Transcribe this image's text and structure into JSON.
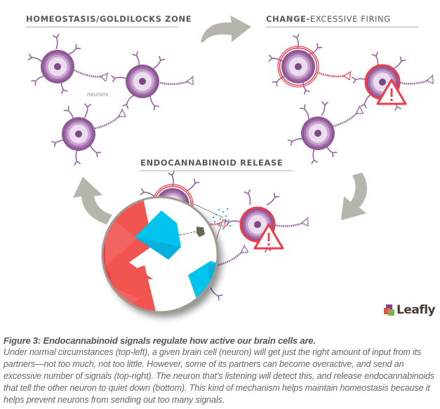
{
  "panels": {
    "top_left": {
      "title_bold": "HOMEOSTASIS/GOLDILOCKS ZONE",
      "title_light": ""
    },
    "top_right": {
      "title_bold": "CHANGE-",
      "title_light": "EXCESSIVE FIRING"
    },
    "bottom": {
      "title_bold": "ENDOCANNABINOID RELEASE",
      "title_light": ""
    }
  },
  "labels": {
    "neurons": "neurons"
  },
  "icons": {
    "cycle_arrows": [
      "arrow-curved-right-icon",
      "arrow-curved-down-left-icon",
      "arrow-curved-up-icon"
    ],
    "warning": "warning-triangle-icon",
    "magnifier": "magnifier-lens"
  },
  "colors": {
    "neuron_outer": "#8e5a96",
    "neuron_mid": "#b889c0",
    "neuron_inner": "#ecdcef",
    "neuron_nucleus": "#7a4a80",
    "alert_red": "#ef3a4a",
    "arrow_gray": "#b7b3ad",
    "receptor_red": "#f04a50",
    "receptor_dark": "#6e2a3c",
    "cannabinoid_blue": "#00c3ee"
  },
  "logo": {
    "text": "Leafly",
    "colors": [
      "#8b3f8f",
      "#e8543a",
      "#7ab648"
    ]
  },
  "caption": {
    "title": "Figure 3: Endocannabinoid signals regulate how active our brain cells are.",
    "body": "Under normal circumstances (top-left), a given brain cell (neuron) will get just the right amount of input from its partners—not too much, not too little. However, some of its partners can become overactive, and send an excessive number of signals (top-right). The neuron that’s listening will detect this, and release endocannabinoids that tell the other neuron to quiet down (bottom). This kind of mechanism helps maintain homeostasis because it helps prevent neurons from sending out too many signals."
  }
}
